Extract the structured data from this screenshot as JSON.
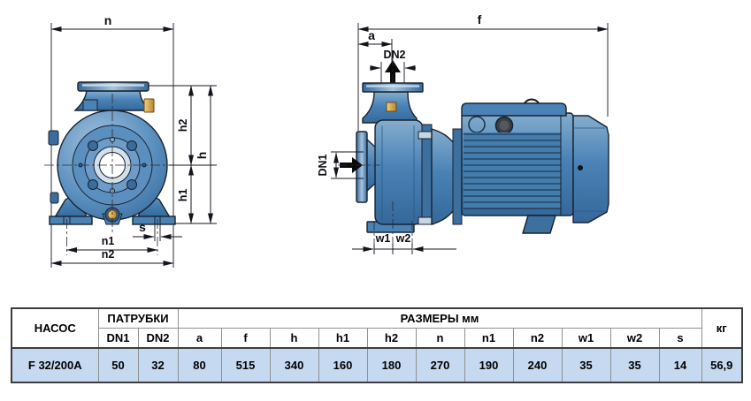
{
  "drawings": {
    "front_view": {
      "dim_n": "n",
      "dim_h2": "h2",
      "dim_h": "h",
      "dim_h1": "h1",
      "dim_s": "s",
      "dim_n1": "n1",
      "dim_n2": "n2"
    },
    "side_view": {
      "dim_f": "f",
      "dim_a": "a",
      "dim_dn2": "DN2",
      "dim_dn1": "DN1",
      "dim_w1": "w1",
      "dim_w2": "w2"
    }
  },
  "table": {
    "pump_header": "НАСОС",
    "ports_header": "ПАТРУБКИ",
    "sizes_header": "РАЗМЕРЫ мм",
    "weight_header": "кг",
    "port_cols": [
      "DN1",
      "DN2"
    ],
    "size_cols": [
      "a",
      "f",
      "h",
      "h1",
      "h2",
      "n",
      "n1",
      "n2",
      "w1",
      "w2",
      "s"
    ],
    "row": {
      "pump": "F 32/200A",
      "dn1": "50",
      "dn2": "32",
      "sizes": [
        "80",
        "515",
        "340",
        "160",
        "180",
        "270",
        "190",
        "240",
        "35",
        "35",
        "14"
      ],
      "weight": "56,9"
    }
  },
  "colors": {
    "pump_blue": "#4a82b6",
    "pump_dark": "#2e5f8a",
    "row_highlight": "#c5d9f1",
    "brass": "#d8a843"
  }
}
